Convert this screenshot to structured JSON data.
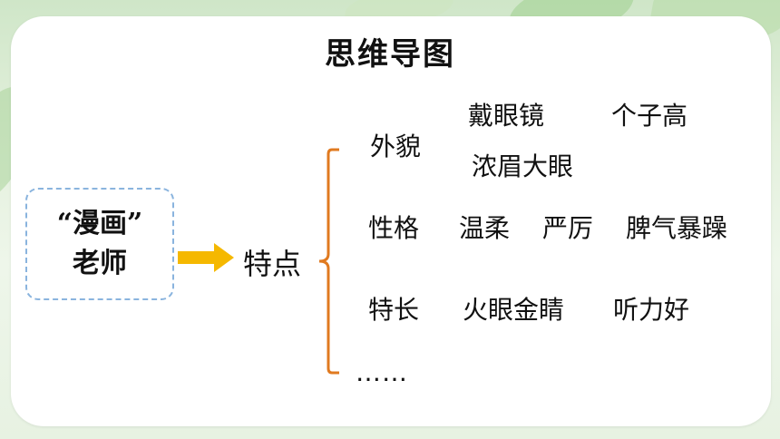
{
  "title": "思维导图",
  "center": {
    "line1": "“漫画”",
    "line2": "老师"
  },
  "trait_heading": "特点",
  "branches": [
    {
      "category": "外貌",
      "items": [
        "戴眼镜",
        "个子高",
        "浓眉大眼"
      ]
    },
    {
      "category": "性格",
      "items": [
        "温柔",
        "严厉",
        "脾气暴躁"
      ]
    },
    {
      "category": "特长",
      "items": [
        "火眼金睛",
        "听力好"
      ]
    }
  ],
  "ellipsis": "……",
  "colors": {
    "arrow": "#f5b800",
    "brace": "#e07a20",
    "dashed_border": "#8ab4de"
  }
}
